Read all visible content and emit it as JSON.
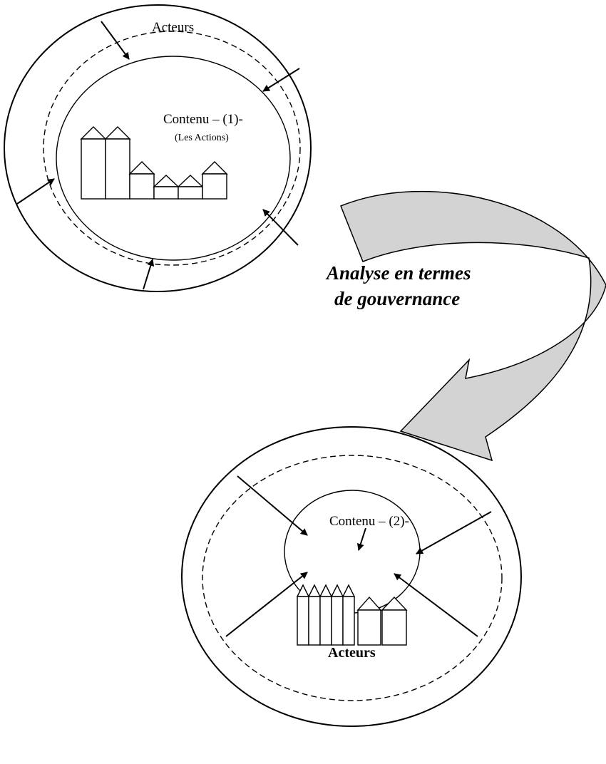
{
  "top_diagram": {
    "actors_label": "Acteurs",
    "content_label": "Contenu – (1)-",
    "content_sublabel": "(Les Actions)"
  },
  "transition": {
    "line1": "Analyse en termes",
    "line2": "de gouvernance",
    "arrow_fill": "#d3d3d3"
  },
  "bottom_diagram": {
    "content_label": "Contenu – (2)-",
    "actors_label": "Acteurs"
  }
}
